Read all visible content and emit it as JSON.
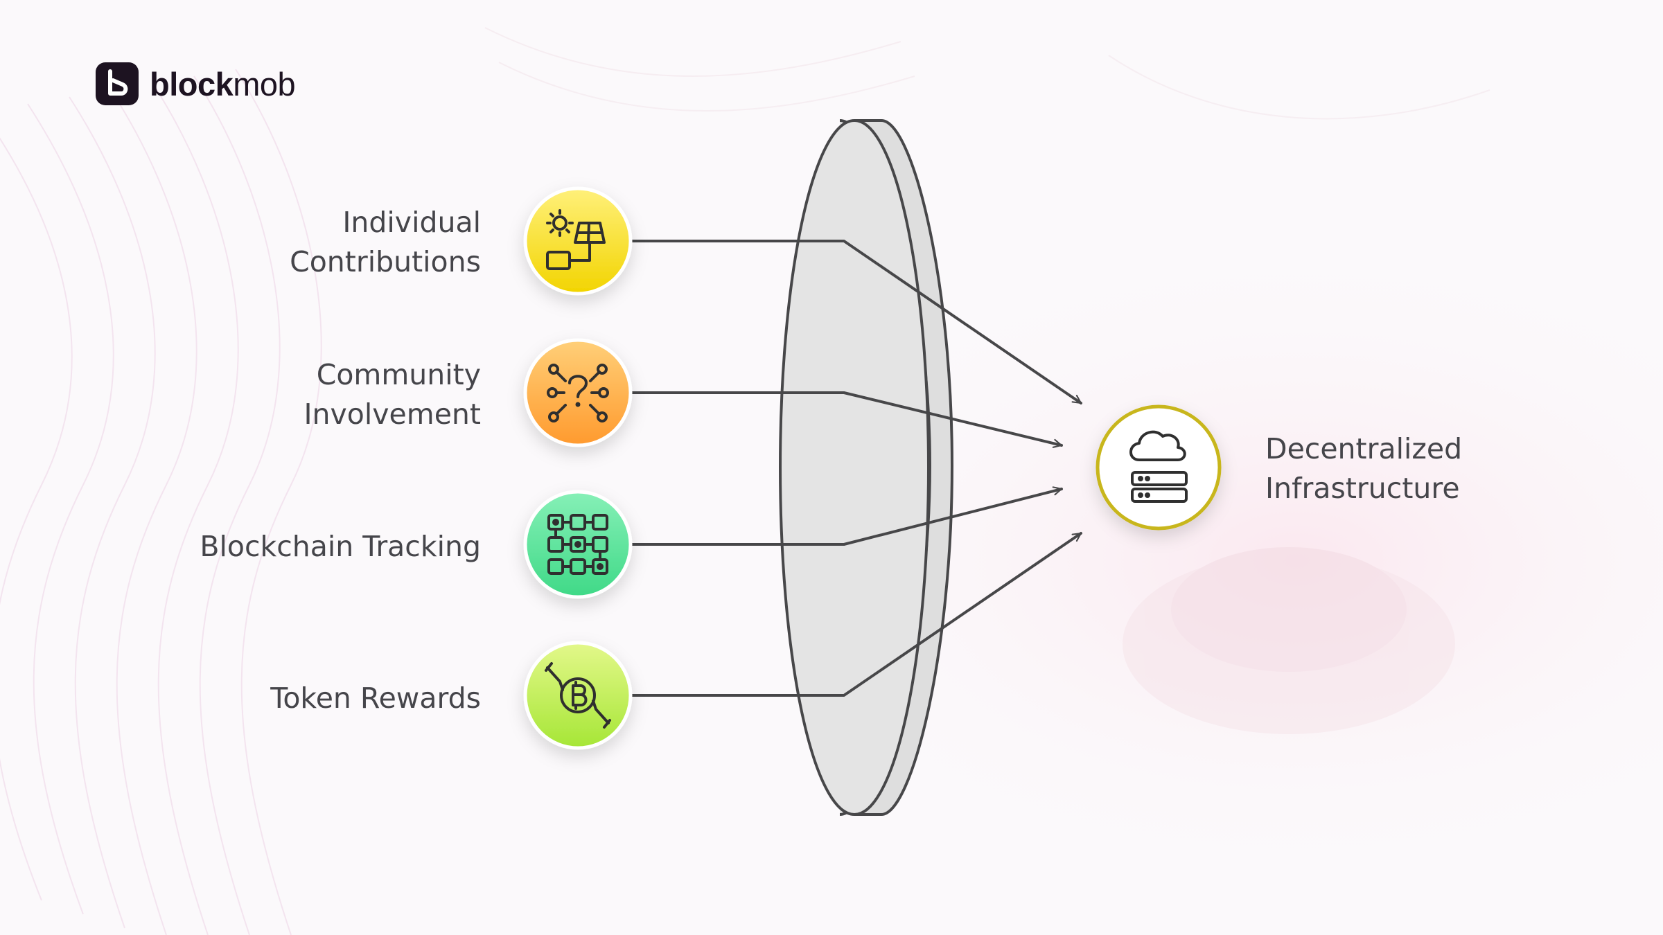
{
  "brand": {
    "name_bold": "block",
    "name_light": "mob"
  },
  "inputs": [
    {
      "lines": [
        "Individual",
        "Contributions"
      ],
      "icon": "solar-panel-battery-icon",
      "color_top": "#fff07a",
      "color_bottom": "#f2d400"
    },
    {
      "lines": [
        "Community",
        "Involvement"
      ],
      "icon": "question-network-icon",
      "color_top": "#ffcf78",
      "color_bottom": "#ff9a2e"
    },
    {
      "lines": [
        "Blockchain Tracking"
      ],
      "icon": "block-grid-icon",
      "color_top": "#86f0b7",
      "color_bottom": "#3fd987"
    },
    {
      "lines": [
        "Token Rewards"
      ],
      "icon": "bitcoin-handshake-icon",
      "color_top": "#e3f88a",
      "color_bottom": "#a6e636"
    }
  ],
  "output": {
    "lines": [
      "Decentralized",
      "Infrastructure"
    ],
    "icon": "cloud-server-icon",
    "ring_color": "#c8b61a"
  },
  "colors": {
    "line": "#474749",
    "lens_fill": "#e4e4e4",
    "text": "#45454a"
  }
}
